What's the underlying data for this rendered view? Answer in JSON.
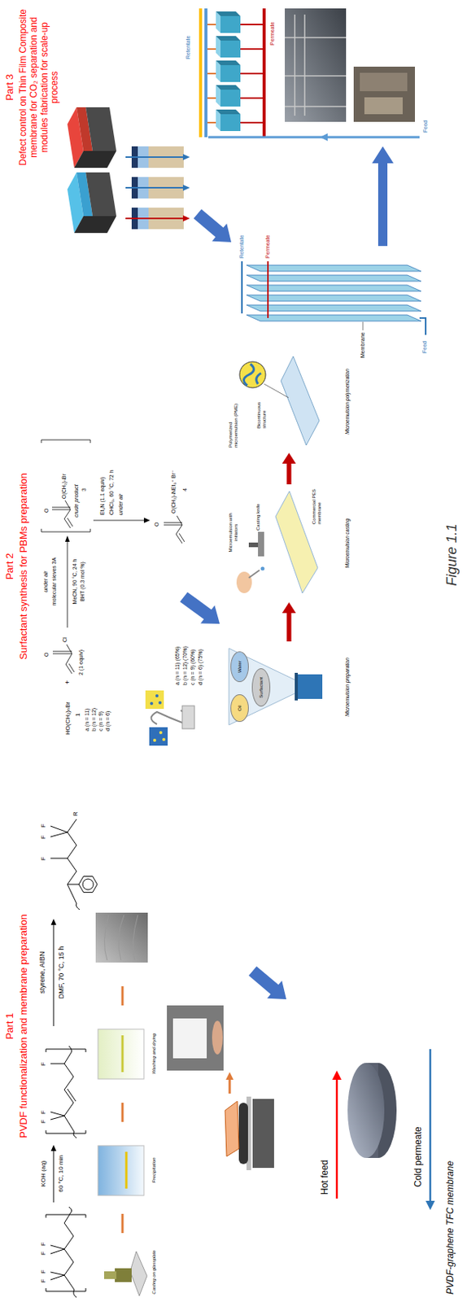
{
  "diagram": {
    "caption": "Figure 1.1",
    "nodes": [
      {
        "text": [
          "Microemulsion preparation"
        ]
      },
      {
        "text": [
          "Oil"
        ],
        "in": 0
      },
      {
        "text": [
          "Water"
        ],
        "in": 0
      },
      {
        "text": [
          "Surfactant"
        ],
        "in": 0
      },
      {
        "text": [
          "Microemulsion casting"
        ]
      },
      {
        "text": [
          "Microemulsion polymerization"
        ]
      }
    ],
    "edges": [
      {
        "from": 0,
        "to": 4,
        "arrow": "to"
      },
      {
        "from": 4,
        "to": 5,
        "arrow": "to"
      }
    ],
    "labels": [
      "Part 1",
      "PVDF functionalization and membrane preparation",
      "F",
      "F",
      "F",
      "F",
      "KOH (aq)",
      "60 °C, 10 min",
      "F",
      "F",
      "F",
      "styrene, AIBN",
      "DMF, 70 °C, 15 h",
      "F",
      "F",
      "F",
      "R",
      "Casting on glassplate",
      "Precipitation",
      "Washing and drying",
      "Hot feed",
      "Cold permeate",
      "PVDF-graphene TFC membrane",
      "Part 2",
      "Surfactant synthesis for PBMs preparation",
      "HO(CH₂)ₙBr",
      "1",
      "a (n = 11)",
      "b (n = 12)",
      "c (n = 9)",
      "d (n = 6)",
      "+",
      "O",
      "Cl",
      "2 (1 equiv)",
      "under air",
      "molecular sieves 3A",
      "MeCN, 90 °C, 24 h",
      "BHT (0.3 mol %)",
      "O",
      "O(CH₂)ₙBr",
      "crude product",
      "3",
      "Et₃N (1.1 equiv)",
      "CHCl₃, 60 °C, 72 h",
      "under air",
      "O",
      "O(CH₂)ₙNEt₃⁺ Br⁻",
      "4",
      "a (n = 11) (65%)",
      "b (n = 12) (70%)",
      "c (n = 9) (60%)",
      "d (n = 6) (75%)",
      "Microemulsion with initiators",
      "Casting knife",
      "Commercial PES membrane",
      "Polymerized microemulsion (PME)",
      "Bicontinuous structure",
      "Part 3",
      "Defect control on Thin Film Composite membrane for CO₂ separation and modules fabrication for scale-up process",
      "Membrane",
      "Retentate",
      "Permeate",
      "Feed",
      "Retentate",
      "Permeate",
      "Feed"
    ]
  }
}
